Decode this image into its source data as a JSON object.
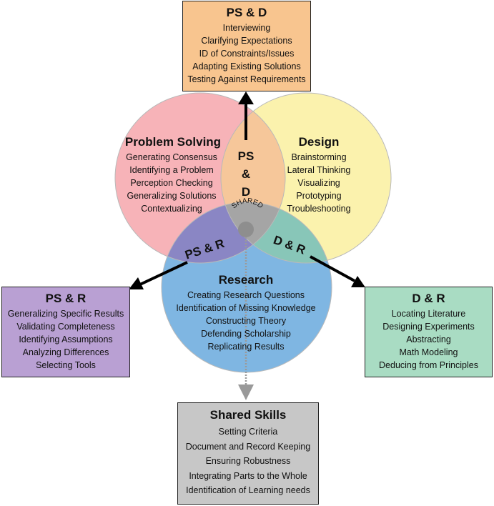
{
  "boxes": {
    "psd": {
      "title": "PS & D",
      "items": [
        "Interviewing",
        "Clarifying Expectations",
        "ID of Constraints/Issues",
        "Adapting Existing Solutions",
        "Testing Against Requirements"
      ]
    },
    "psr": {
      "title": "PS & R",
      "items": [
        "Generalizing Specific Results",
        "Validating Completeness",
        "Identifying Assumptions",
        "Analyzing Differences",
        "Selecting Tools"
      ]
    },
    "dr": {
      "title": "D & R",
      "items": [
        "Locating Literature",
        "Designing Experiments",
        "Abstracting",
        "Math Modeling",
        "Deducing from Principles"
      ]
    },
    "shared": {
      "title": "Shared Skills",
      "items": [
        "Setting Criteria",
        "Document and Record Keeping",
        "Ensuring Robustness",
        "Integrating Parts to the Whole",
        "Identification of Learning needs"
      ]
    }
  },
  "circles": {
    "problem_solving": {
      "title": "Problem Solving",
      "items": [
        "Generating Consensus",
        "Identifying a Problem",
        "Perception Checking",
        "Generalizing Solutions",
        "Contextualizing"
      ],
      "color": "#f7b3b8"
    },
    "design": {
      "title": "Design",
      "items": [
        "Brainstorming",
        "Lateral Thinking",
        "Visualizing",
        "Prototyping",
        "Troubleshooting"
      ],
      "color": "#fbf2ad"
    },
    "research": {
      "title": "Research",
      "items": [
        "Creating Research Questions",
        "Identification of Missing Knowledge",
        "Constructing Theory",
        "Defending Scholarship",
        "Replicating Results"
      ],
      "color": "#7fb6e2"
    }
  },
  "overlaps": {
    "psd_lines": [
      "PS",
      "&",
      "D"
    ],
    "psr": "PS & R",
    "dr": "D & R",
    "shared": "SHARED"
  },
  "colors": {
    "psd_overlap": "#f6c79a",
    "psr_overlap": "#8a86c4",
    "dr_overlap": "#88c6b8",
    "center": "#a5a5a5",
    "center_dot": "#8e8e8e"
  }
}
